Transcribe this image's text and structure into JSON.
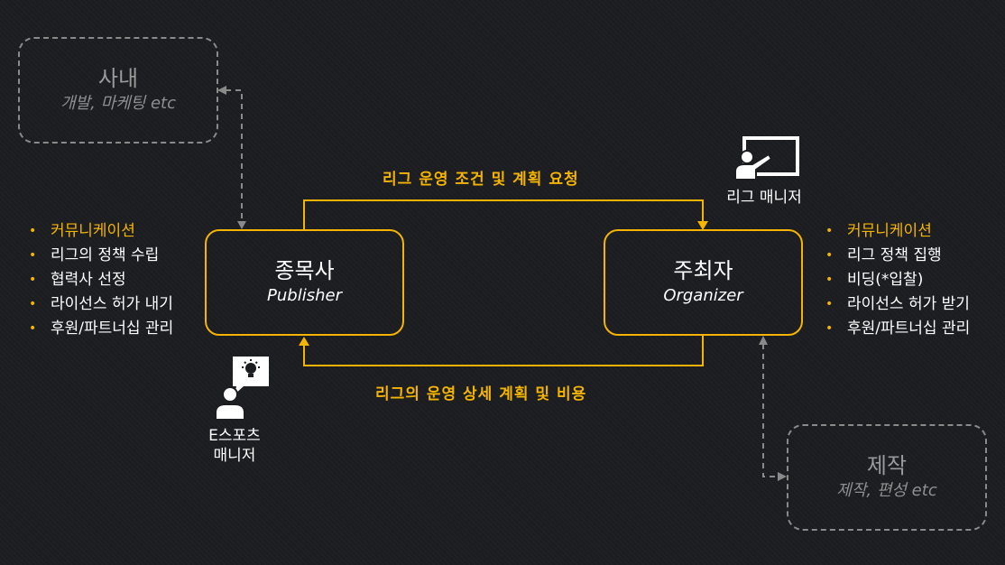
{
  "top_left_box": {
    "title": "사내",
    "subtitle": "개발, 마케팅 etc"
  },
  "bottom_right_box": {
    "title": "제작",
    "subtitle": "제작, 편성 etc"
  },
  "publisher": {
    "title": "종목사",
    "subtitle": "Publisher"
  },
  "organizer": {
    "title": "주최자",
    "subtitle": "Organizer"
  },
  "flows": {
    "top": "리그 운영 조건 및 계획 요청",
    "bottom": "리그의 운영 상세 계획 및 비용"
  },
  "league_manager": {
    "label": "리그 매니저",
    "icon": "presenter-icon"
  },
  "esports_manager": {
    "label_line1": "E스포츠",
    "label_line2": "매니저",
    "icon": "person-idea-icon"
  },
  "left_list": [
    "커뮤니케이션",
    "리그의 정책 수립",
    "협력사 선정",
    "라이선스 허가 내기",
    "후원/파트너십 관리"
  ],
  "right_list": [
    "커뮤니케이션",
    "리그 정책 집행",
    "비딩(*입찰)",
    "라이선스 허가 받기",
    "후원/파트너십 관리"
  ],
  "colors": {
    "accent": "#f5b400",
    "dashed": "#8a8a8a",
    "background": "#1c1d20"
  }
}
